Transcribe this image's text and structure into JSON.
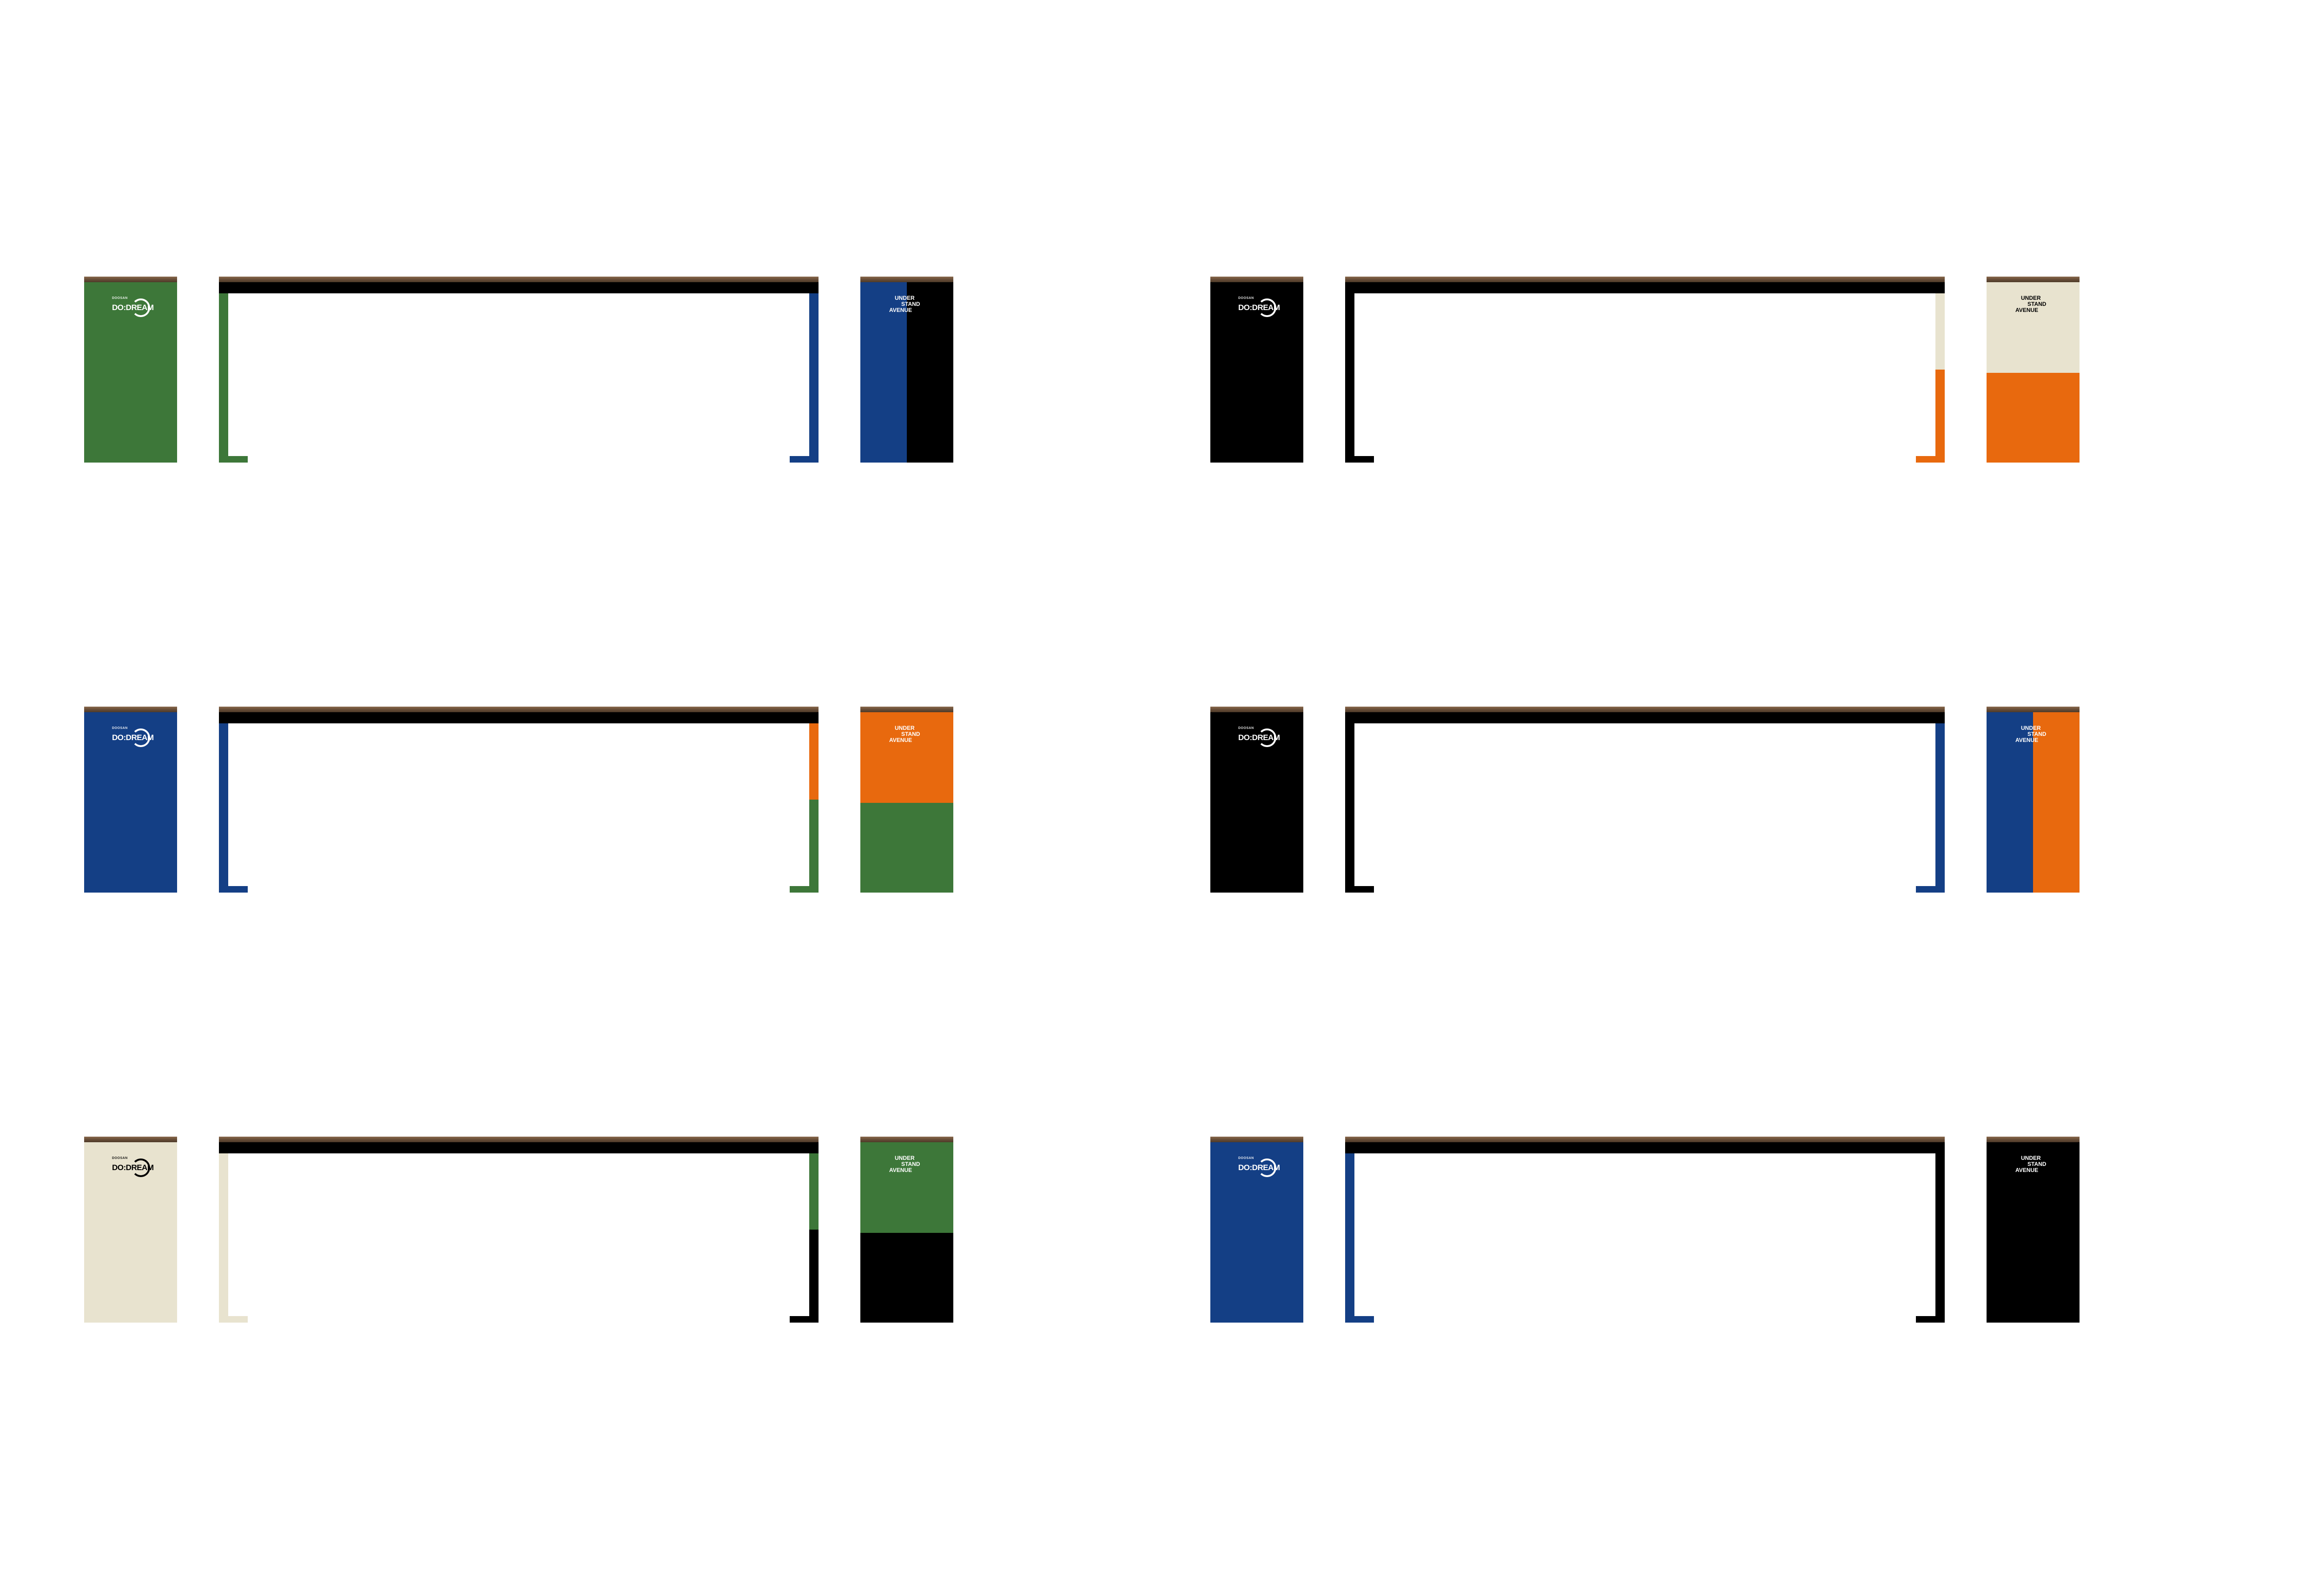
{
  "colors": {
    "green": "#3d7739",
    "blue": "#143f85",
    "black": "#000000",
    "orange": "#e8690e",
    "cream": "#e8e3cf",
    "wood": "#6b5039"
  },
  "logos": {
    "dodream_small": "DOOSAN",
    "dodream_big": "DO:DREAM",
    "understand_line1": "UNDER",
    "understand_line2": "STAND",
    "understand_line3": "AVENUE"
  },
  "sets": [
    {
      "left": "green",
      "leftLeg": "green",
      "rightLeg": [
        "blue"
      ],
      "rightPanel": [
        "blue",
        "black"
      ],
      "rightSplit": "vertical",
      "leftLogoDark": false,
      "rightLogoDark": false
    },
    {
      "left": "black",
      "leftLeg": "black",
      "rightLeg": [
        "cream",
        "orange"
      ],
      "rightPanel": [
        "cream",
        "orange"
      ],
      "rightSplit": "horizontal",
      "leftLogoDark": false,
      "rightLogoDark": true
    },
    {
      "left": "blue",
      "leftLeg": "blue",
      "rightLeg": [
        "orange",
        "green"
      ],
      "rightPanel": [
        "orange",
        "green"
      ],
      "rightSplit": "horizontal",
      "leftLogoDark": false,
      "rightLogoDark": false
    },
    {
      "left": "black",
      "leftLeg": "black",
      "rightLeg": [
        "blue"
      ],
      "rightPanel": [
        "blue",
        "orange"
      ],
      "rightSplit": "vertical",
      "leftLogoDark": false,
      "rightLogoDark": false
    },
    {
      "left": "cream",
      "leftLeg": "cream",
      "rightLeg": [
        "green",
        "black"
      ],
      "rightPanel": [
        "green",
        "black"
      ],
      "rightSplit": "horizontal",
      "leftLogoDark": true,
      "rightLogoDark": false
    },
    {
      "left": "blue",
      "leftLeg": "blue",
      "rightLeg": [
        "black"
      ],
      "rightPanel": [
        "black"
      ],
      "rightSplit": "none",
      "leftLogoDark": false,
      "rightLogoDark": false
    }
  ]
}
